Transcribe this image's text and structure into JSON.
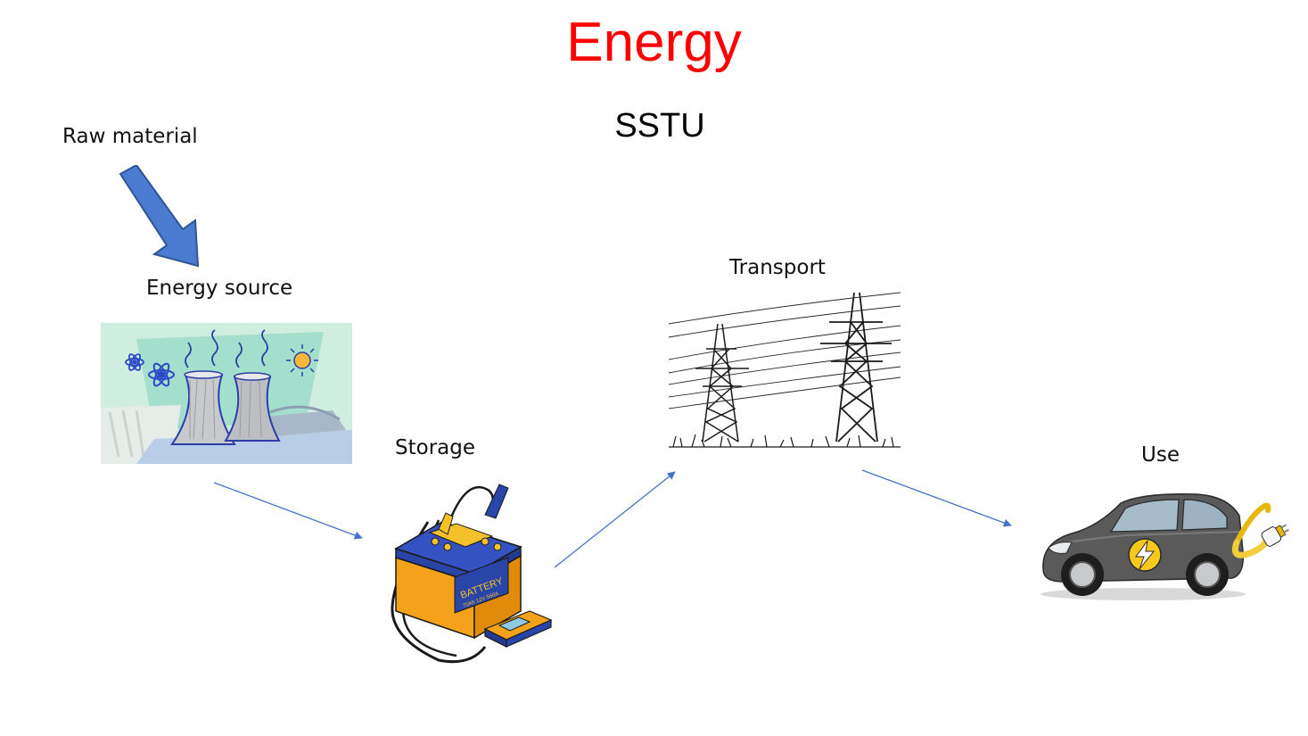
{
  "slide": {
    "title": "Energy",
    "subtitle": "SSTU"
  },
  "labels": {
    "raw_material": "Raw material",
    "energy_source": "Energy source",
    "storage": "Storage",
    "transport": "Transport",
    "use": "Use"
  },
  "icons": {
    "big_arrow": "down-right-arrow-icon",
    "power_plant": "nuclear-power-plant-icon",
    "battery": "car-battery-icon",
    "pylons": "power-pylons-icon",
    "car": "electric-car-icon"
  },
  "battery_text": {
    "brand": "BATTERY",
    "spec": "70Ah 12V 560A"
  },
  "colors": {
    "title": "#ff0000",
    "arrow": "#4472c4",
    "big_arrow_fill": "#4a7bd0",
    "big_arrow_stroke": "#2f5597"
  }
}
